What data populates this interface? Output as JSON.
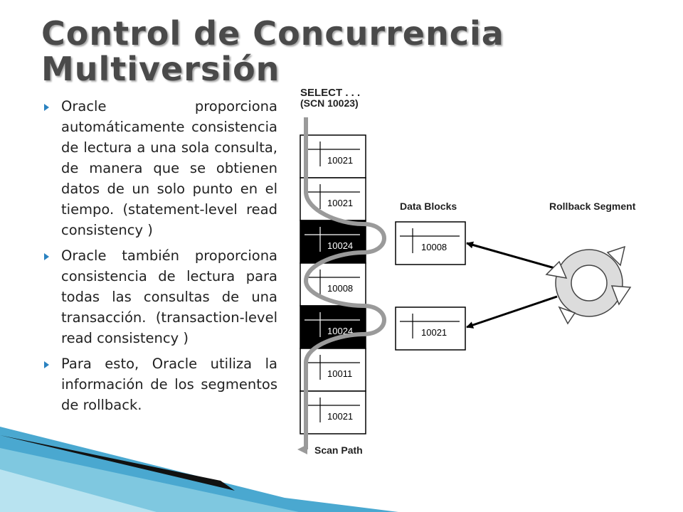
{
  "slide": {
    "title_line1": "Control de Concurrencia",
    "title_line2": "Multiversión",
    "bullets": [
      "Oracle proporciona automáticamente consistencia de lectura a una sola consulta, de manera que se obtienen datos de un solo punto en el tiempo. (statement-level read consistency )",
      "Oracle también proporciona consistencia de lectura para todas las consultas de una transacción. (transaction-level read consistency )",
      "Para esto, Oracle utiliza la información de los segmentos de rollback."
    ]
  },
  "diagram": {
    "select_label": "SELECT . . .",
    "scn_label": "(SCN 10023)",
    "data_blocks_label": "Data Blocks",
    "rollback_label": "Rollback Segment",
    "scan_path_label": "Scan Path",
    "blocks": [
      {
        "scn": "10021",
        "highlighted": false
      },
      {
        "scn": "10021",
        "highlighted": false
      },
      {
        "scn": "10024",
        "highlighted": true
      },
      {
        "scn": "10008",
        "highlighted": false
      },
      {
        "scn": "10024",
        "highlighted": true
      },
      {
        "scn": "10011",
        "highlighted": false
      },
      {
        "scn": "10021",
        "highlighted": false
      }
    ],
    "rollback_blocks": [
      "10008",
      "10021"
    ],
    "colors": {
      "highlight_block": "#000000",
      "scan_path": "#9a9a9a",
      "rollback_ring": "#dcdcdc",
      "bullet_arrow": "#2a82c0",
      "corner_teal": "#7fc8e0"
    }
  }
}
